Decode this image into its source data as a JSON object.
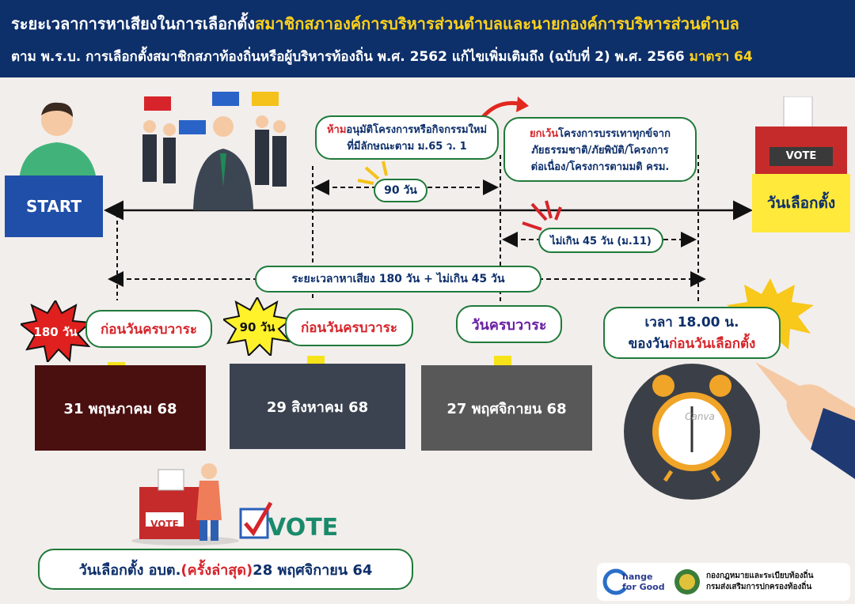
{
  "header": {
    "title_prefix": "ระยะเวลาการหาเสียงในการเลือกตั้ง",
    "title_highlight": "สมาชิกสภาองค์การบริหารส่วนตำบลและนายกองค์การบริหารส่วนตำบล",
    "subtitle_prefix": "ตาม พ.ร.บ. การเลือกตั้งสมาชิกสภาท้องถิ่นหรือผู้บริหารท้องถิ่น พ.ศ. 2562 แก้ไขเพิ่มเติมถึง (ฉบับที่ 2) พ.ศ. 2566",
    "subtitle_highlight": "มาตรา 64"
  },
  "timeline": {
    "start_label": "START",
    "end_label": "วันเลือกตั้ง",
    "ballot_label": "VOTE",
    "prohibit_red": "ห้าม",
    "prohibit_rest": "อนุมัติโครงการหรือกิจกรรมใหม่",
    "prohibit_line2": "ที่มีลักษณะตาม ม.65 ว. 1",
    "except_red": "ยกเว้น",
    "except_rest": "โครงการบรรเทาทุกข์จาก",
    "except_line2": "ภัยธรรมชาติ/ภัยพิบัติ/โครงการ",
    "except_line3": "ต่อเนื่อง/โครงการตามมติ ครม.",
    "days_90": "90 วัน",
    "not_over_45": "ไม่เกิน 45 วัน (ม.11)",
    "campaign_period": "ระยะเวลาหาเสียง 180 วัน + ไม่เกิน 45 วัน"
  },
  "milestones": [
    {
      "badge": "180 วัน",
      "label": "ก่อนวันครบวาระ",
      "date": "31 พฤษภาคม  68",
      "color": "#4a0f0f"
    },
    {
      "badge": "90 วัน",
      "label": "ก่อนวันครบวาระ",
      "date": "29 สิงหาคม 68",
      "color": "#3b4350"
    },
    {
      "label": "วันครบวาระ",
      "date": "27 พฤศจิกายน 68",
      "color": "#585858"
    }
  ],
  "deadline": {
    "line1": "เวลา 18.00 น.",
    "line2_prefix": "ของวัน",
    "line2_highlight": "ก่อนวันเลือกตั้ง",
    "clock_caption": "Canva"
  },
  "footer": {
    "vote_text": "VOTE",
    "ballot_label": "VOTE",
    "last_election_prefix": "วันเลือกตั้ง อบต. ",
    "last_election_highlight": "(ครั้งล่าสุด)",
    "last_election_suffix": " 28 พฤศจิกายน 64",
    "logo1_line1": "hange",
    "logo1_line2": "for Good",
    "logo2_line1": "กองกฎหมายและระเบียบท้องถิ่น",
    "logo2_line2": "กรมส่งเสริมการปกครองท้องถิ่น"
  },
  "colors": {
    "navy": "#0d2f6a",
    "yellow": "#ffd21a",
    "green_border": "#1f7a3a",
    "red": "#d6242a"
  }
}
